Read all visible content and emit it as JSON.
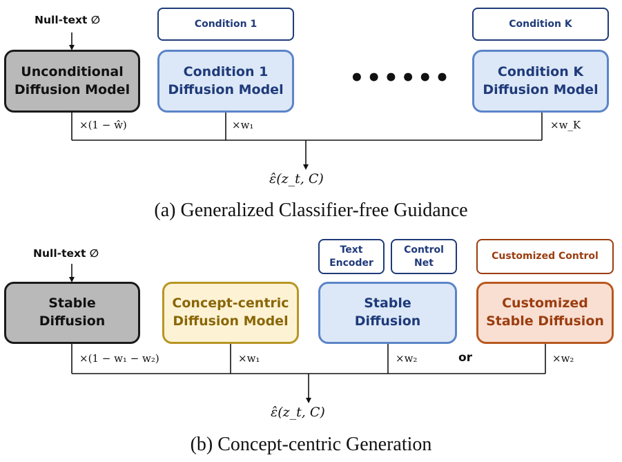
{
  "panel_a": {
    "null_text": "Null-text ∅",
    "boxes": {
      "unconditional": "Unconditional\nDiffusion Model",
      "condition_1": "Condition 1\nDiffusion Model",
      "condition_k": "Condition K\nDiffusion Model"
    },
    "conditions": {
      "condition_1": "Condition 1",
      "condition_k": "Condition K"
    },
    "ellipsis": "••••••",
    "weights": {
      "w_uncond": "×(1 − ŵ)",
      "w_1": "×w₁",
      "w_k": "×w_K"
    },
    "output": "ε̂(z_t, C)",
    "caption": "(a) Generalized Classifier-free Guidance"
  },
  "panel_b": {
    "null_text": "Null-text ∅",
    "boxes": {
      "stable_diffusion_base": "Stable\nDiffusion",
      "concept_centric": "Concept-centric\nDiffusion Model",
      "stable_diffusion_ctrl": "Stable\nDiffusion",
      "customized": "Customized\nStable Diffusion"
    },
    "conditions": {
      "text_encoder": "Text\nEncoder",
      "control_net": "Control\nNet",
      "customized_control": "Customized Control"
    },
    "weights": {
      "w_base": "×(1 − w₁ − w₂)",
      "w_1": "×w₁",
      "w_2": "×w₂",
      "w_2_alt": "×w₂"
    },
    "or_label": "or",
    "output": "ε̂(z_t, C)",
    "caption": "(b) Concept-centric Generation"
  },
  "colors": {
    "gray_fill": "#b9b9b9",
    "blue_fill": "#dce8f7",
    "blue_border": "#5b84c8",
    "yellow_fill": "#fdf3d4",
    "yellow_border": "#b89524",
    "orange_fill": "#f9dfd2",
    "orange_border": "#b8581f",
    "condition_border": "#1e3a78"
  }
}
